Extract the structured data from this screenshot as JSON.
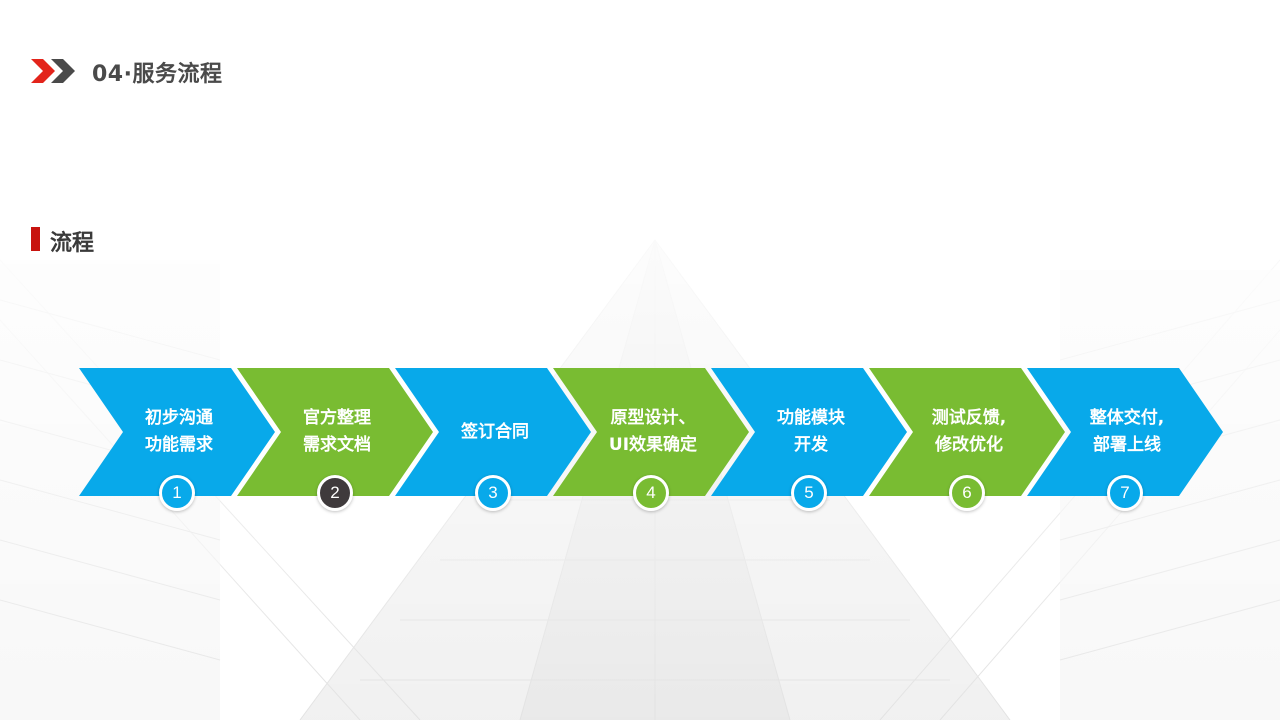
{
  "header": {
    "title": "04·服务流程"
  },
  "section": {
    "title": "流程"
  },
  "colors": {
    "blue": "#08a9ea",
    "green": "#79bc32",
    "dark": "#3f3a3c",
    "accent_red": "#c8140f",
    "logo_red": "#e3241b",
    "logo_gray": "#4a4a4a"
  },
  "steps": [
    {
      "label": "初步沟通\n功能需求",
      "number": "1",
      "color": "blue",
      "badge": "blue"
    },
    {
      "label": "官方整理\n需求文档",
      "number": "2",
      "color": "green",
      "badge": "dark"
    },
    {
      "label": "签订合同",
      "number": "3",
      "color": "blue",
      "badge": "blue"
    },
    {
      "label": "原型设计、\nUI效果确定",
      "number": "4",
      "color": "green",
      "badge": "green"
    },
    {
      "label": "功能模块\n开发",
      "number": "5",
      "color": "blue",
      "badge": "blue"
    },
    {
      "label": "测试反馈,\n修改优化",
      "number": "6",
      "color": "green",
      "badge": "green"
    },
    {
      "label": "整体交付,\n部署上线",
      "number": "7",
      "color": "blue",
      "badge": "blue"
    }
  ]
}
